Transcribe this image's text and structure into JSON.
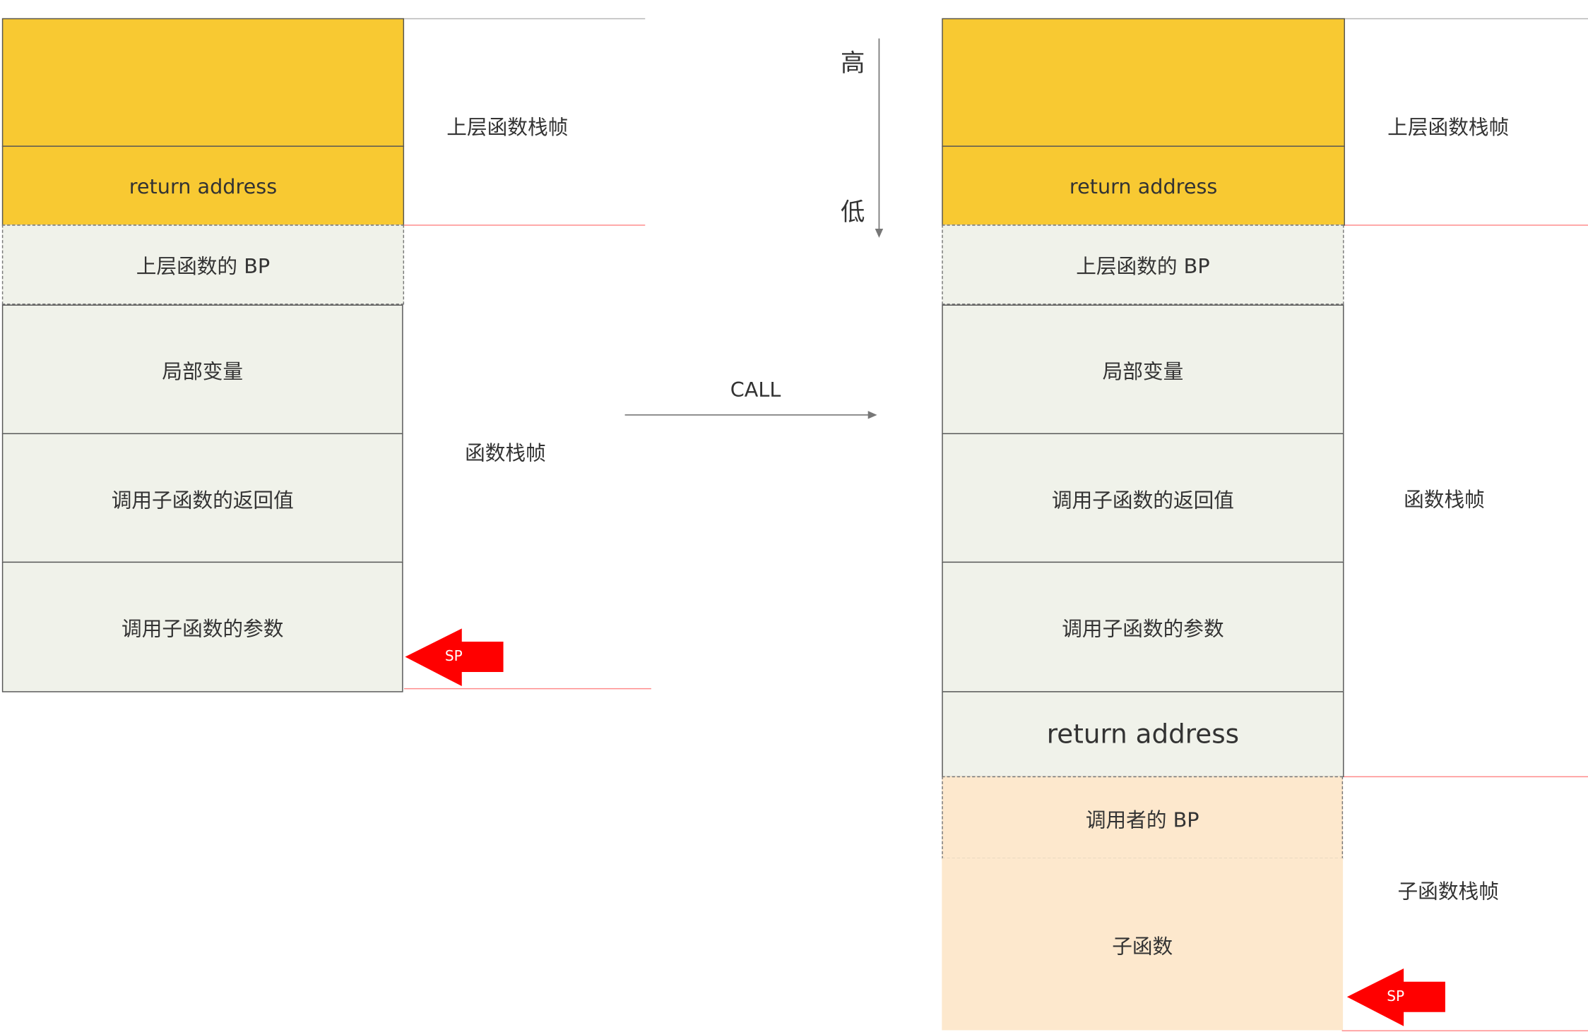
{
  "left_stack": {
    "blocks": [
      "",
      "return address",
      "上层函数的 BP",
      "局部变量",
      "调用子函数的返回值",
      "调用子函数的参数"
    ],
    "labels": {
      "upper_frame": "上层函数栈帧",
      "frame": "函数栈帧"
    },
    "sp": "SP"
  },
  "direction": {
    "high": "高",
    "low": "低"
  },
  "call": "CALL",
  "right_stack": {
    "blocks": [
      "",
      "return address",
      "上层函数的 BP",
      "局部变量",
      "调用子函数的返回值",
      "调用子函数的参数",
      "return address",
      "调用者的 BP",
      "子函数"
    ],
    "labels": {
      "upper_frame": "上层函数栈帧",
      "frame": "函数栈帧",
      "child_frame": "子函数栈帧"
    },
    "sp": "SP"
  },
  "colors": {
    "upper": "#f8c932",
    "frame": "#f0f2ea",
    "child": "#fde8cd",
    "sp_arrow": "#ff0000"
  }
}
